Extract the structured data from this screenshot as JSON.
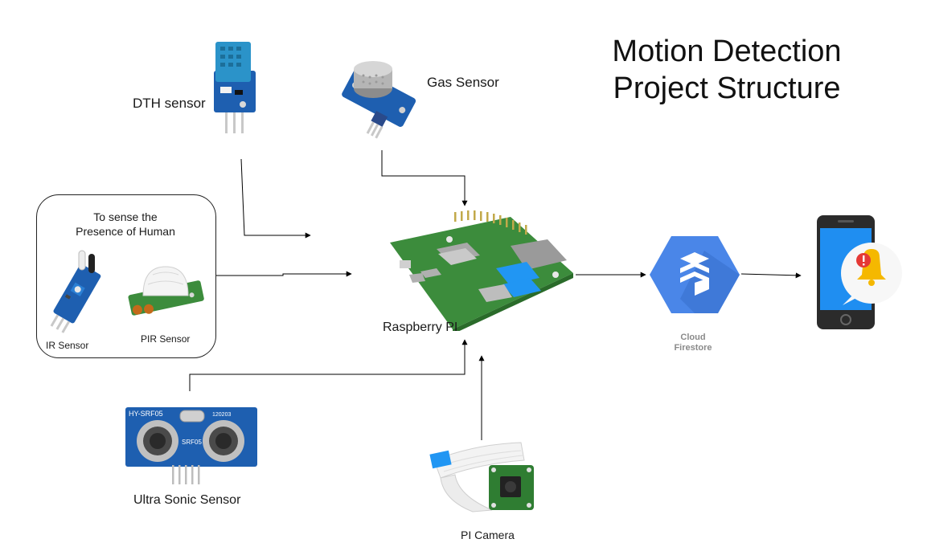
{
  "title": {
    "line1": "Motion Detection",
    "line2": "Project Structure"
  },
  "labels": {
    "dth": "DTH sensor",
    "gas": "Gas Sensor",
    "group_line1": "To sense the",
    "group_line2": "Presence of Human",
    "ir": "IR Sensor",
    "pir": "PIR Sensor",
    "raspberry": "Raspberry PI",
    "ultrasonic": "Ultra Sonic Sensor",
    "camera": "PI Camera",
    "cloud_line1": "Cloud",
    "cloud_line2": "Firestore"
  },
  "module_text": {
    "ultrasonic_model": "HY-SRF05",
    "ultrasonic_chip": "SRF05",
    "ultrasonic_code": "120203"
  },
  "colors": {
    "accent_blue": "#4a86e8",
    "firestore_blue": "#3f7fe0",
    "sensor_blue": "#1e5fb0",
    "pcb_green": "#3c8c3c",
    "bell_yellow": "#f5b800",
    "alert_red": "#e53935",
    "line": "#000000"
  },
  "icons": {
    "dth": "dht-sensor-module-icon",
    "gas": "gas-sensor-module-icon",
    "ir": "ir-sensor-module-icon",
    "pir": "pir-sensor-module-icon",
    "raspberry": "raspberry-pi-board-icon",
    "ultrasonic": "ultrasonic-sensor-module-icon",
    "camera": "pi-camera-module-icon",
    "firestore": "cloud-firestore-icon",
    "phone": "smartphone-notification-icon"
  }
}
